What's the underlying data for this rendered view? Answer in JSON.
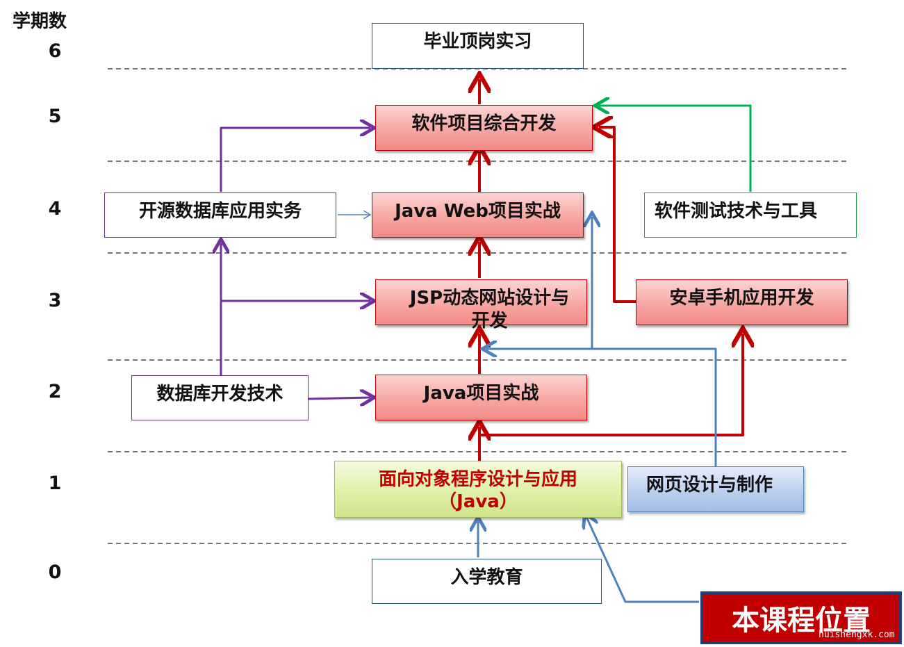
{
  "axis": {
    "title": "学期数",
    "semesters": [
      "6",
      "5",
      "4",
      "3",
      "2",
      "1",
      "0"
    ]
  },
  "courses": {
    "internship": "毕业顶岗实习",
    "software_project": "软件项目综合开发",
    "java_web": "Java Web项目实战",
    "open_source_db": "开源数据库应用实务",
    "software_testing": "软件测试技术与工具",
    "jsp": "JSP动态网站设计与开发",
    "android": "安卓手机应用开发",
    "db_dev": "数据库开发技术",
    "java_project": "Java项目实战",
    "oop_java_line1": "面向对象程序设计与应用",
    "oop_java_line2": "（Java）",
    "web_design": "网页设计与制作",
    "intro": "入学教育"
  },
  "current_course_label": "本课程位置",
  "watermark": "huishengxk.com",
  "colors": {
    "red_arrow": "#c00000",
    "purple_arrow": "#7030a0",
    "blue_arrow": "#4f81bd",
    "green_arrow": "#00b050"
  }
}
